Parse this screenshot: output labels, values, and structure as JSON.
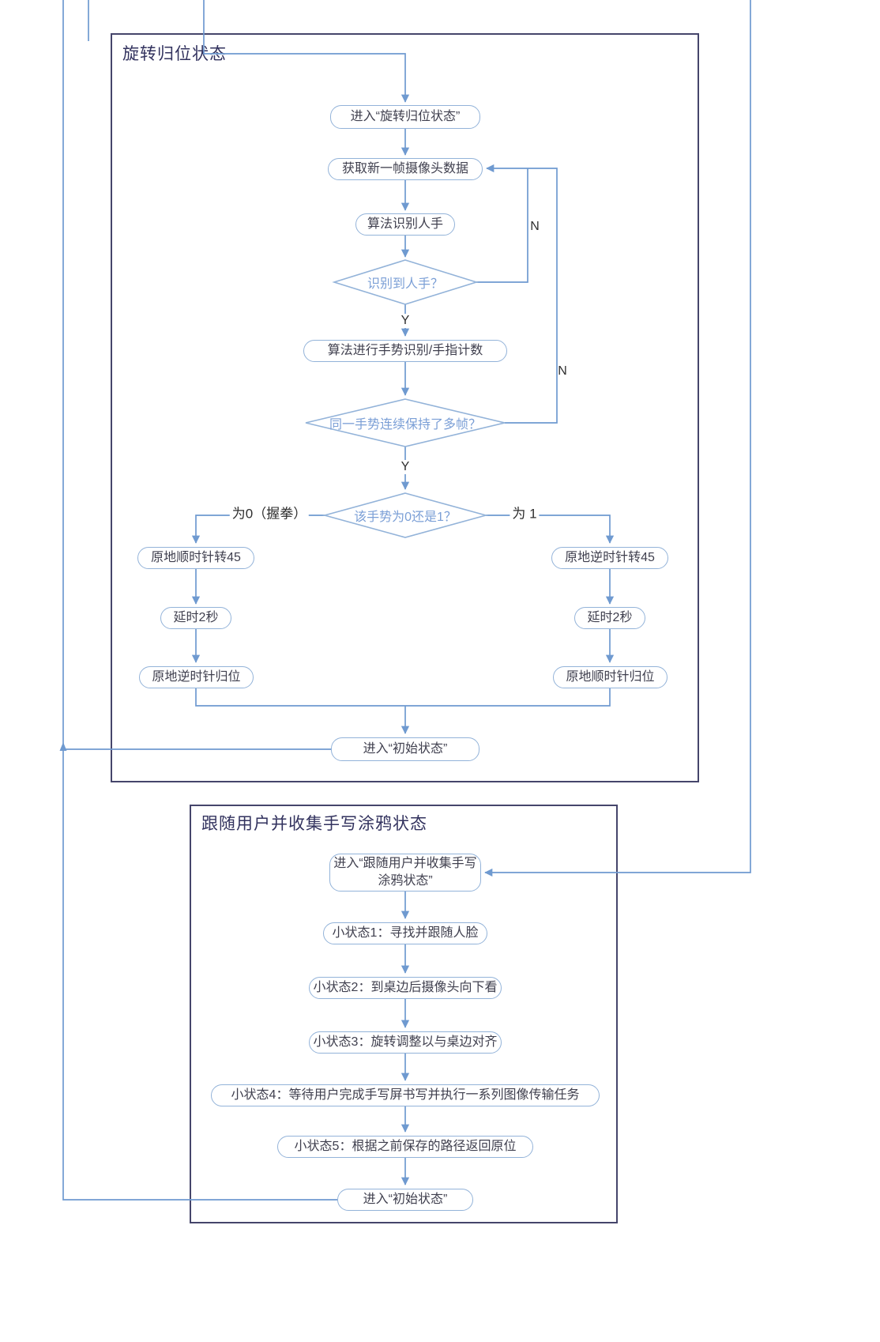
{
  "colors": {
    "connector": "#6f9ad0",
    "node_border": "#93b3d9",
    "node_text": "#3f3f4e",
    "decision_text": "#7b9fd6",
    "frame_border": "#45456b",
    "frame_title": "#32325e",
    "label_text": "#2f2f2f",
    "background": "#ffffff"
  },
  "rotation_state": {
    "title": "旋转归位状态",
    "nodes": {
      "enter": "进入“旋转归位状态”",
      "get_frame": "获取新一帧摄像头数据",
      "detect_hand": "算法识别人手",
      "decision_hand": "识别到人手？",
      "gesture_count": "算法进行手势识别/手指计数",
      "decision_frames": "同一手势连续保持了多帧？",
      "decision_zero_one": "该手势为0还是1？",
      "cw45": "原地顺时针转45",
      "delay_left": "延时2秒",
      "ccw_return": "原地逆时针归位",
      "ccw45": "原地逆时针转45",
      "delay_right": "延时2秒",
      "cw_return": "原地顺时针归位",
      "enter_initial": "进入“初始状态”"
    },
    "labels": {
      "yes_hand": "Y",
      "no_hand": "N",
      "yes_frames": "Y",
      "no_frames": "N",
      "branch_zero": "为0（握拳）",
      "branch_one": "为 1"
    }
  },
  "follow_state": {
    "title": "跟随用户并收集手写涂鸦状态",
    "nodes": {
      "enter": "进入“跟随用户并收集手写涂鸦状态”",
      "sub1": "小状态1：寻找并跟随人脸",
      "sub2": "小状态2：到桌边后摄像头向下看",
      "sub3": "小状态3：旋转调整以与桌边对齐",
      "sub4": "小状态4：等待用户完成手写屏书写并执行一系列图像传输任务",
      "sub5": "小状态5：根据之前保存的路径返回原位",
      "enter_initial": "进入“初始状态”"
    }
  }
}
